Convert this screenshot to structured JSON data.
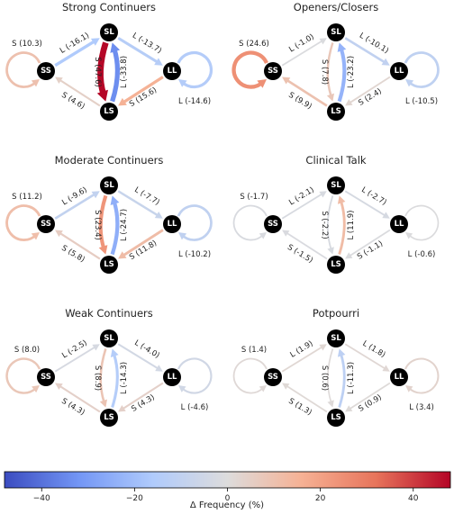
{
  "colorbar": {
    "label": "Δ Frequency (%)",
    "min": -48,
    "max": 48,
    "ticks": [
      "−40",
      "−20",
      "0",
      "20",
      "40"
    ],
    "tick_values": [
      -40,
      -20,
      0,
      20,
      40
    ],
    "colors": [
      "#3b4cc0",
      "#7396f5",
      "#b0cbfc",
      "#dddcdc",
      "#f6b194",
      "#e7745b",
      "#b40426"
    ]
  },
  "panels": [
    {
      "title": "Strong Continuers",
      "nodes": {
        "SL": "SL",
        "SS": "SS",
        "LL": "LL",
        "LS": "LS"
      },
      "edges": {
        "ss_self": {
          "label": "S (10.3)",
          "value": 10.3
        },
        "ll_self": {
          "label": "L (-14.6)",
          "value": -14.6
        },
        "ss_sl": {
          "label": "L (-16.1)",
          "value": -16.1
        },
        "sl_ll": {
          "label": "L (-13.7)",
          "value": -13.7
        },
        "ls_ss": {
          "label": "S (4.6)",
          "value": 4.6
        },
        "ll_ls": {
          "label": "S (15.6)",
          "value": 15.6
        },
        "sl_ls": {
          "label": "S (47.6)",
          "value": 47.6
        },
        "ls_sl": {
          "label": "L (-33.8)",
          "value": -33.8
        }
      }
    },
    {
      "title": "Openers/Closers",
      "nodes": {
        "SL": "SL",
        "SS": "SS",
        "LL": "LL",
        "LS": "LS"
      },
      "edges": {
        "ss_self": {
          "label": "S (24.6)",
          "value": 24.6
        },
        "ll_self": {
          "label": "L (-10.5)",
          "value": -10.5
        },
        "ss_sl": {
          "label": "L (-1.0)",
          "value": -1.0
        },
        "sl_ll": {
          "label": "L (-10.1)",
          "value": -10.1
        },
        "ls_ss": {
          "label": "S (9.9)",
          "value": 9.9
        },
        "ll_ls": {
          "label": "S (2.4)",
          "value": 2.4
        },
        "sl_ls": {
          "label": "S (7.8)",
          "value": 7.8
        },
        "ls_sl": {
          "label": "L (-23.2)",
          "value": -23.2
        }
      }
    },
    {
      "title": "Moderate Continuers",
      "nodes": {
        "SL": "SL",
        "SS": "SS",
        "LL": "LL",
        "LS": "LS"
      },
      "edges": {
        "ss_self": {
          "label": "S (11.2)",
          "value": 11.2
        },
        "ll_self": {
          "label": "L (-10.2)",
          "value": -10.2
        },
        "ss_sl": {
          "label": "L (-9.6)",
          "value": -9.6
        },
        "sl_ll": {
          "label": "L (-7.7)",
          "value": -7.7
        },
        "ls_ss": {
          "label": "S (5.8)",
          "value": 5.8
        },
        "ll_ls": {
          "label": "S (11.8)",
          "value": 11.8
        },
        "sl_ls": {
          "label": "S (23.4)",
          "value": 23.4
        },
        "ls_sl": {
          "label": "L (-24.7)",
          "value": -24.7
        }
      }
    },
    {
      "title": "Clinical Talk",
      "nodes": {
        "SL": "SL",
        "SS": "SS",
        "LL": "LL",
        "LS": "LS"
      },
      "edges": {
        "ss_self": {
          "label": "S (-1.7)",
          "value": -1.7
        },
        "ll_self": {
          "label": "L (-0.6)",
          "value": -0.6
        },
        "ss_sl": {
          "label": "L (-2.1)",
          "value": -2.1
        },
        "sl_ll": {
          "label": "L (-2.7)",
          "value": -2.7
        },
        "ls_ss": {
          "label": "S (-1.5)",
          "value": -1.5
        },
        "ll_ls": {
          "label": "S (-1.1)",
          "value": -1.1
        },
        "sl_ls": {
          "label": "S (-2.2)",
          "value": -2.2
        },
        "ls_sl": {
          "label": "L (11.9)",
          "value": 11.9
        }
      }
    },
    {
      "title": "Weak Continuers",
      "nodes": {
        "SL": "SL",
        "SS": "SS",
        "LL": "LL",
        "LS": "LS"
      },
      "edges": {
        "ss_self": {
          "label": "S (8.0)",
          "value": 8.0
        },
        "ll_self": {
          "label": "L (-4.6)",
          "value": -4.6
        },
        "ss_sl": {
          "label": "L (-2.5)",
          "value": -2.5
        },
        "sl_ll": {
          "label": "L (-4.0)",
          "value": -4.0
        },
        "ls_ss": {
          "label": "S (4.3)",
          "value": 4.3
        },
        "ll_ls": {
          "label": "S (4.3)",
          "value": 4.3
        },
        "sl_ls": {
          "label": "S (8.9)",
          "value": 8.9
        },
        "ls_sl": {
          "label": "L (-14.3)",
          "value": -14.3
        }
      }
    },
    {
      "title": "Potpourri",
      "nodes": {
        "SL": "SL",
        "SS": "SS",
        "LL": "LL",
        "LS": "LS"
      },
      "edges": {
        "ss_self": {
          "label": "S (1.4)",
          "value": 1.4
        },
        "ll_self": {
          "label": "L (3.4)",
          "value": 3.4
        },
        "ss_sl": {
          "label": "L (1.9)",
          "value": 1.9
        },
        "sl_ll": {
          "label": "L (1.8)",
          "value": 1.8
        },
        "ls_ss": {
          "label": "S (1.3)",
          "value": 1.3
        },
        "ll_ls": {
          "label": "S (0.9)",
          "value": 0.9
        },
        "sl_ls": {
          "label": "S (0.6)",
          "value": 0.6
        },
        "ls_sl": {
          "label": "L (-11.3)",
          "value": -11.3
        }
      }
    }
  ]
}
